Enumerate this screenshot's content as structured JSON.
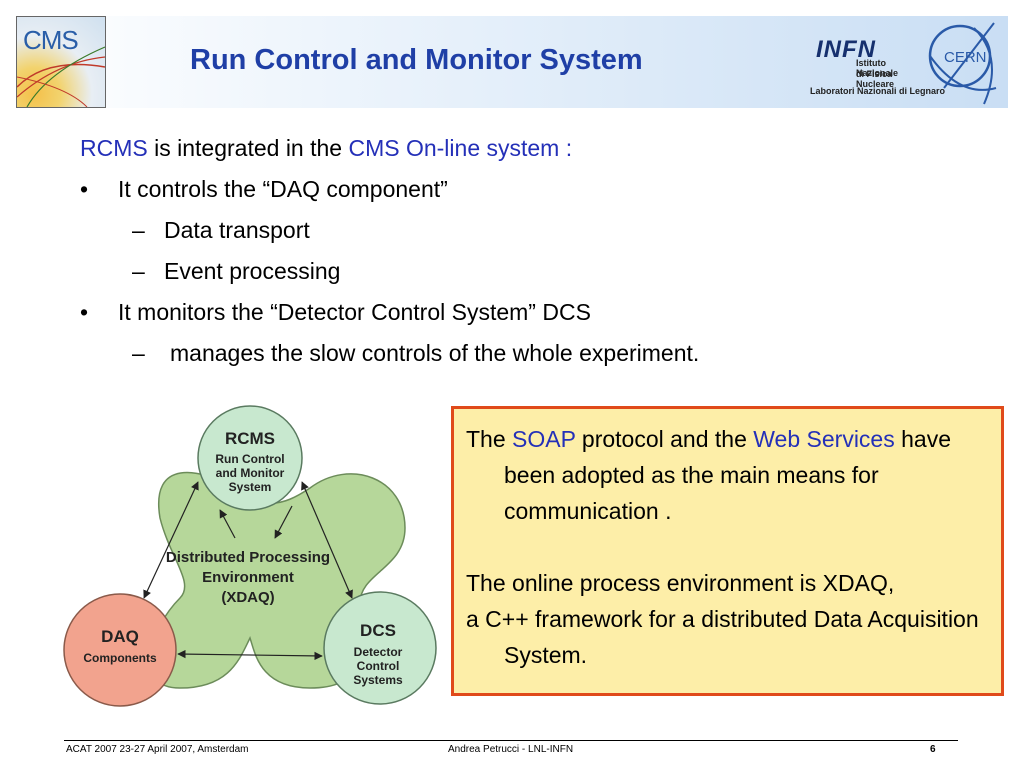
{
  "header": {
    "title": "Run Control and Monitor System",
    "cms_logo_text": "CMS",
    "infn_logo": {
      "word": "INFN",
      "line1": "Istituto Nazionale",
      "line2": "di Fisica Nucleare",
      "line3": "Laboratori Nazionali di Legnaro"
    },
    "cern_logo_text": "CERN"
  },
  "body": {
    "intro": {
      "part1": "RCMS",
      "part2": " is integrated in the ",
      "part3": "CMS On-line system :"
    },
    "bullet1": "It controls the “DAQ component”",
    "sub1a": "Data transport",
    "sub1b": "Event processing",
    "bullet2": "It monitors the “Detector Control System” DCS",
    "sub2a": "manages the slow controls of the whole experiment.",
    "bullet_symbol": "•",
    "dash_symbol": "–"
  },
  "diagram": {
    "center_line1": "Distributed Processing",
    "center_line2": "Environment",
    "center_line3": "(XDAQ)",
    "rcms": {
      "title": "RCMS",
      "line1": "Run Control",
      "line2": "and Monitor",
      "line3": "System"
    },
    "daq": {
      "title": "DAQ",
      "line1": "Components"
    },
    "dcs": {
      "title": "DCS",
      "line1": "Detector",
      "line2": "Control",
      "line3": "Systems"
    },
    "colors": {
      "blob": "#b6d79a",
      "rcms_circle": "#c8e8cf",
      "daq_circle": "#f2a38e",
      "dcs_circle": "#c8e8cf"
    }
  },
  "note": {
    "p1_a": "The ",
    "p1_b": "SOAP",
    "p1_c": " protocol  and the ",
    "p1_d": "Web Services",
    "p1_e": "  have been adopted as the main means for communication .",
    "p2": "The online process environment is XDAQ,",
    "p3": "a C++ framework for a distributed Data Acquisition System."
  },
  "footer": {
    "left": "ACAT 2007 23-27 April 2007, Amsterdam",
    "center": "Andrea Petrucci -  LNL-INFN",
    "page": "6"
  }
}
